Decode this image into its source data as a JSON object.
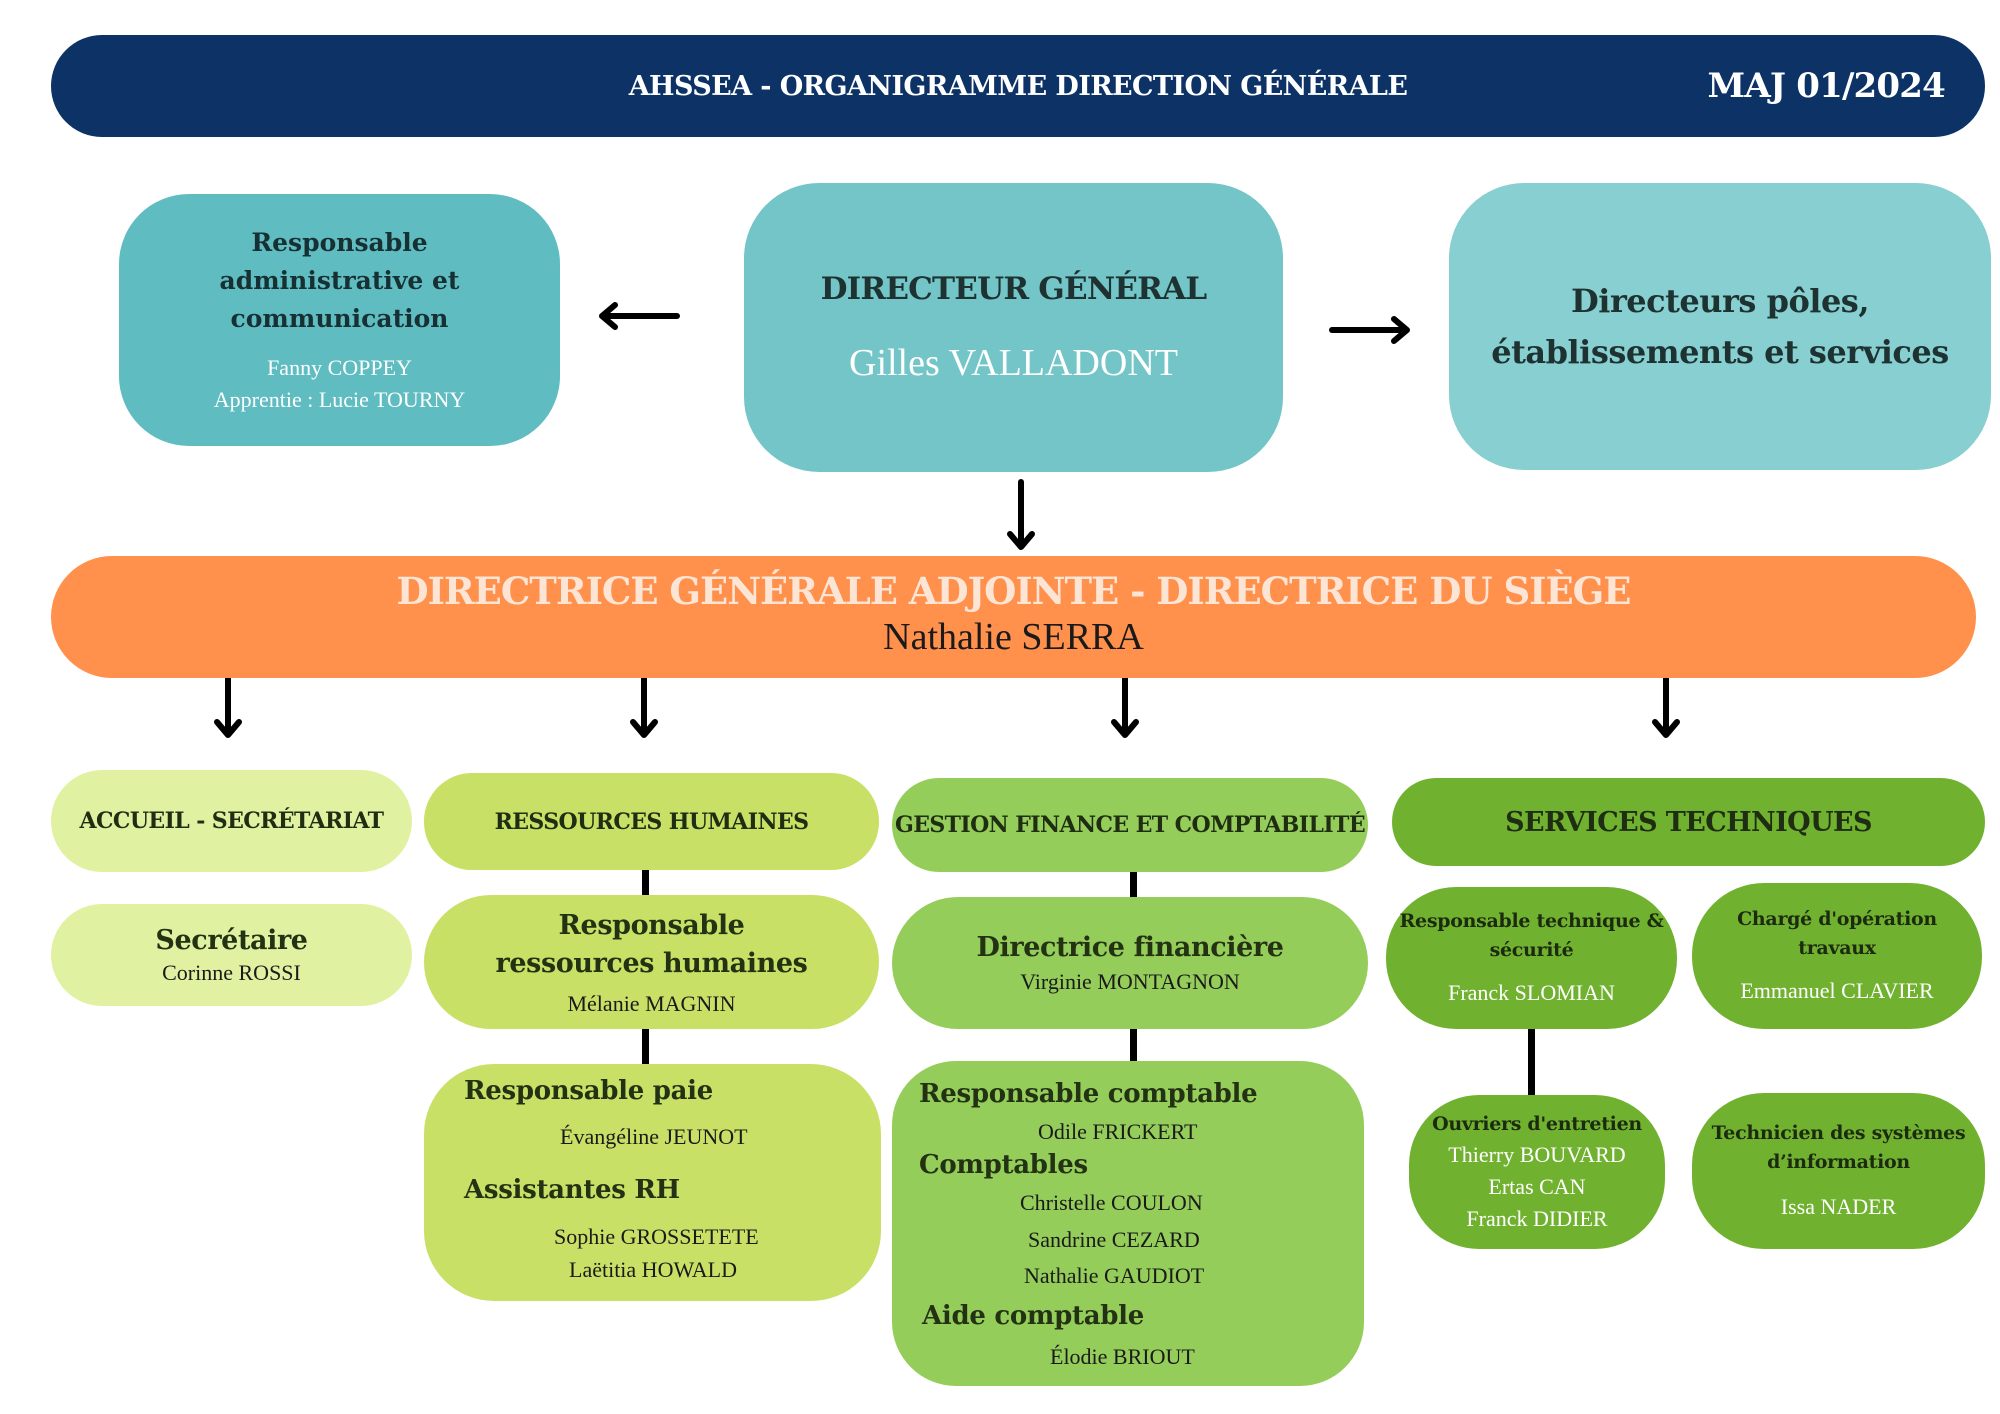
{
  "header": {
    "title": "AHSSEA - ORGANIGRAMME DIRECTION GÉNÉRALE",
    "update": "MAJ 01/2024"
  },
  "colors": {
    "header_bg": "#0c3266",
    "admin_box": "#5fbcc0",
    "dg_box": "#73c5c7",
    "poles_box": "#87cfd0",
    "dga_bar": "#ff914d",
    "accueil": "#e0f2a1",
    "rh": "#c8e065",
    "finance": "#95cd5a",
    "technique": "#70b22f"
  },
  "admin": {
    "role": "Responsable administrative et communication",
    "names": [
      "Fanny COPPEY",
      "Apprentie : Lucie TOURNY"
    ]
  },
  "dg": {
    "role": "DIRECTEUR GÉNÉRAL",
    "name": "Gilles VALLADONT"
  },
  "poles": {
    "role_line1": "Directeurs pôles,",
    "role_line2": "établissements et services"
  },
  "dga": {
    "role": "DIRECTRICE GÉNÉRALE ADJOINTE - DIRECTRICE DU SIÈGE",
    "name": "Nathalie SERRA"
  },
  "departments": {
    "accueil": {
      "title": "ACCUEIL - SECRÉTARIAT",
      "secretaire": {
        "role": "Secrétaire",
        "name": "Corinne ROSSI"
      }
    },
    "rh": {
      "title": "RESSOURCES HUMAINES",
      "responsable": {
        "role_line1": "Responsable",
        "role_line2": "ressources humaines",
        "name": "Mélanie MAGNIN"
      },
      "paie": {
        "role": "Responsable paie",
        "name": "Évangéline JEUNOT"
      },
      "assistantes": {
        "role": "Assistantes RH",
        "names": [
          "Sophie GROSSETETE",
          "Laëtitia HOWALD"
        ]
      }
    },
    "finance": {
      "title": "GESTION FINANCE ET COMPTABILITÉ",
      "directrice": {
        "role": "Directrice financière",
        "name": "Virginie MONTAGNON"
      },
      "responsable_comptable": {
        "role": "Responsable comptable",
        "name": "Odile FRICKERT"
      },
      "comptables": {
        "role": "Comptables",
        "names": [
          "Christelle COULON",
          "Sandrine CEZARD",
          "Nathalie GAUDIOT"
        ]
      },
      "aide_comptable": {
        "role": "Aide comptable",
        "name": "Élodie BRIOUT"
      }
    },
    "technique": {
      "title": "SERVICES TECHNIQUES",
      "responsable": {
        "role_line1": "Responsable technique &",
        "role_line2": "sécurité",
        "name": "Franck SLOMIAN"
      },
      "charge": {
        "role_line1": "Chargé d'opération",
        "role_line2": "travaux",
        "name": "Emmanuel CLAVIER"
      },
      "ouvriers": {
        "role": "Ouvriers d'entretien",
        "names": [
          "Thierry BOUVARD",
          "Ertas CAN",
          "Franck DIDIER"
        ]
      },
      "technicien": {
        "role_line1": "Technicien des systèmes",
        "role_line2": "d’information",
        "name": "Issa NADER"
      }
    }
  }
}
